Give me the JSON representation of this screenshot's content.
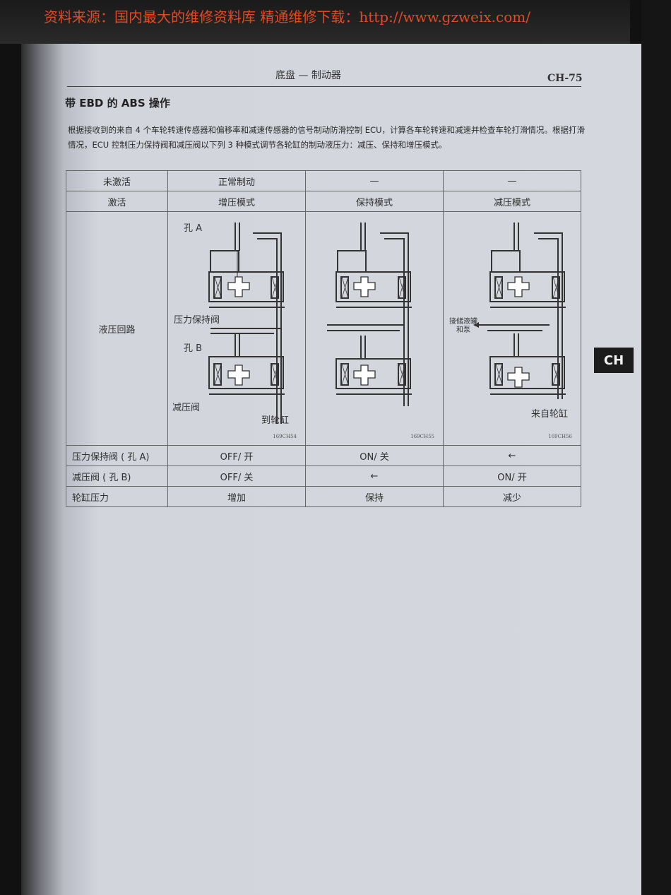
{
  "banner": {
    "text": "资料来源：国内最大的维修资料库 精通维修下载：http://www.gzweix.com/"
  },
  "header": {
    "section": "底盘 — 制动器",
    "page": "CH-75"
  },
  "title": "带 EBD 的 ABS 操作",
  "paragraph": "根据接收到的来自 4 个车轮转速传感器和偏移率和减速传感器的信号制动防滑控制 ECU，计算各车轮转速和减速并检查车轮打滑情况。根据打滑情况，ECU 控制压力保持阀和减压阀以下列 3 种模式调节各轮缸的制动液压力：减压、保持和增压模式。",
  "side_tab": "CH",
  "table": {
    "row_not_active": {
      "label": "未激活",
      "cells": [
        "正常制动",
        "—",
        "—"
      ]
    },
    "row_active": {
      "label": "激活",
      "cells": [
        "增压模式",
        "保持模式",
        "减压模式"
      ]
    },
    "row_circuit": {
      "label": "液压回路"
    },
    "diagrams": [
      {
        "fig": "169CH54",
        "labels": {
          "hole_a": "孔 A",
          "hold_valve": "压力保持阀",
          "hole_b": "孔 B",
          "reduce_valve": "减压阀",
          "to_wheel": "到轮缸"
        }
      },
      {
        "fig": "169CH55"
      },
      {
        "fig": "169CH56",
        "labels": {
          "to_reservoir": "接储液罐和泵",
          "from_wheel": "来自轮缸"
        }
      }
    ],
    "row_hold_valve": {
      "label": "压力保持阀 ( 孔 A)",
      "cells": [
        "OFF/ 开",
        "ON/ 关",
        "←"
      ]
    },
    "row_reduce_valve": {
      "label": "减压阀 ( 孔 B)",
      "cells": [
        "OFF/ 关",
        "←",
        "ON/ 开"
      ]
    },
    "row_wheel_pressure": {
      "label": "轮缸压力",
      "cells": [
        "增加",
        "保持",
        "减少"
      ]
    }
  }
}
